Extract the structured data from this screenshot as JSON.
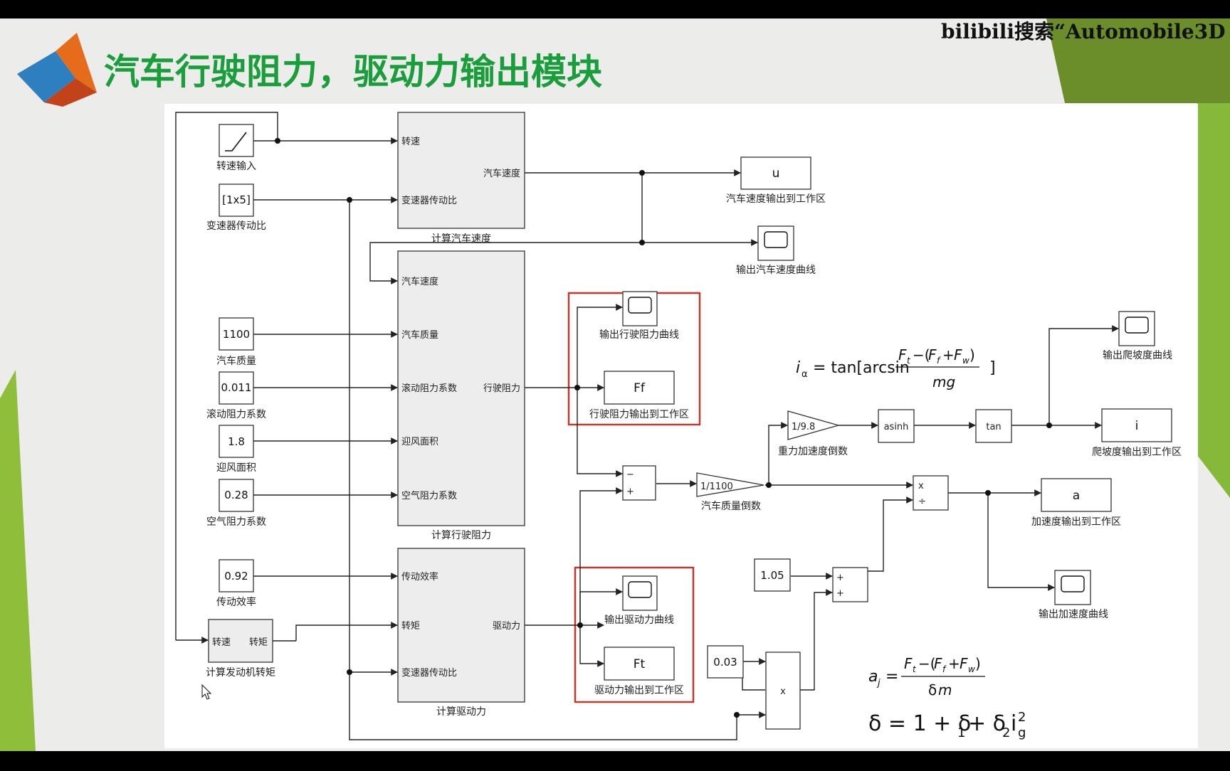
{
  "title": "汽车行驶阻力，驱动力输出模块",
  "watermark": "bilibili搜索“Automobile3D",
  "colors": {
    "title_green": "#1a9e3c",
    "highlight_red": "#c0392b",
    "slide_green": "#7fb33a"
  },
  "inputs": {
    "speed_input": {
      "label": "转速输入"
    },
    "gear_ratio": {
      "value": "[1x5]",
      "label": "变速器传动比"
    },
    "mass": {
      "value": "1100",
      "label": "汽车质量"
    },
    "roll_coef": {
      "value": "0.011",
      "label": "滚动阻力系数"
    },
    "frontal_area": {
      "value": "1.8",
      "label": "迎风面积"
    },
    "air_coef": {
      "value": "0.28",
      "label": "空气阻力系数"
    },
    "efficiency": {
      "value": "0.92",
      "label": "传动效率"
    },
    "const_105": {
      "value": "1.05"
    },
    "const_003": {
      "value": "0.03"
    }
  },
  "subsystems": {
    "speed": {
      "label": "计算汽车速度",
      "in1": "转速",
      "in2": "变速器传动比",
      "out": "汽车速度"
    },
    "resist": {
      "label": "计算行驶阻力",
      "in1": "汽车速度",
      "in2": "汽车质量",
      "in3": "滚动阻力系数",
      "in4": "迎风面积",
      "in5": "空气阻力系数",
      "out": "行驶阻力"
    },
    "drive": {
      "label": "计算驱动力",
      "in1": "传动效率",
      "in2": "转矩",
      "in3": "变速器传动比",
      "out": "驱动力"
    },
    "engine": {
      "label": "计算发动机转矩",
      "in": "转速",
      "out": "转矩"
    }
  },
  "outputs": {
    "u": {
      "value": "u",
      "label": "汽车速度输出到工作区"
    },
    "speed_scope": {
      "label": "输出汽车速度曲线"
    },
    "resist_scope": {
      "label": "输出行驶阻力曲线"
    },
    "ff": {
      "value": "Ff",
      "label": "行驶阻力输出到工作区"
    },
    "drive_scope": {
      "label": "输出驱动力曲线"
    },
    "ft": {
      "value": "Ft",
      "label": "驱动力输出到工作区"
    },
    "climb_scope": {
      "label": "输出爬坡度曲线"
    },
    "i": {
      "value": "i",
      "label": "爬坡度输出到工作区"
    },
    "a": {
      "value": "a",
      "label": "加速度输出到工作区"
    },
    "acc_scope": {
      "label": "输出加速度曲线"
    }
  },
  "ops": {
    "gain_g": {
      "value": "1/9.8",
      "label": "重力加速度倒数"
    },
    "gain_m": {
      "value": "1/1100",
      "label": "汽车质量倒数"
    },
    "asinh": "asinh",
    "tan": "tan",
    "prod_a": {
      "in1": "x",
      "in2": "÷"
    },
    "prod_b": "x",
    "sum1": {
      "in1": "−",
      "in2": "+"
    },
    "sum2": {
      "in1": "+",
      "in2": "+"
    }
  },
  "formulas": {
    "slope": "i_α = tan[arcsin (F_t − (F_f + F_w)) / mg]",
    "accel": "a_j = (F_t − (F_f + F_w)) / δm",
    "delta": "δ = 1 + δ₁ + δ₂ i_g²"
  }
}
